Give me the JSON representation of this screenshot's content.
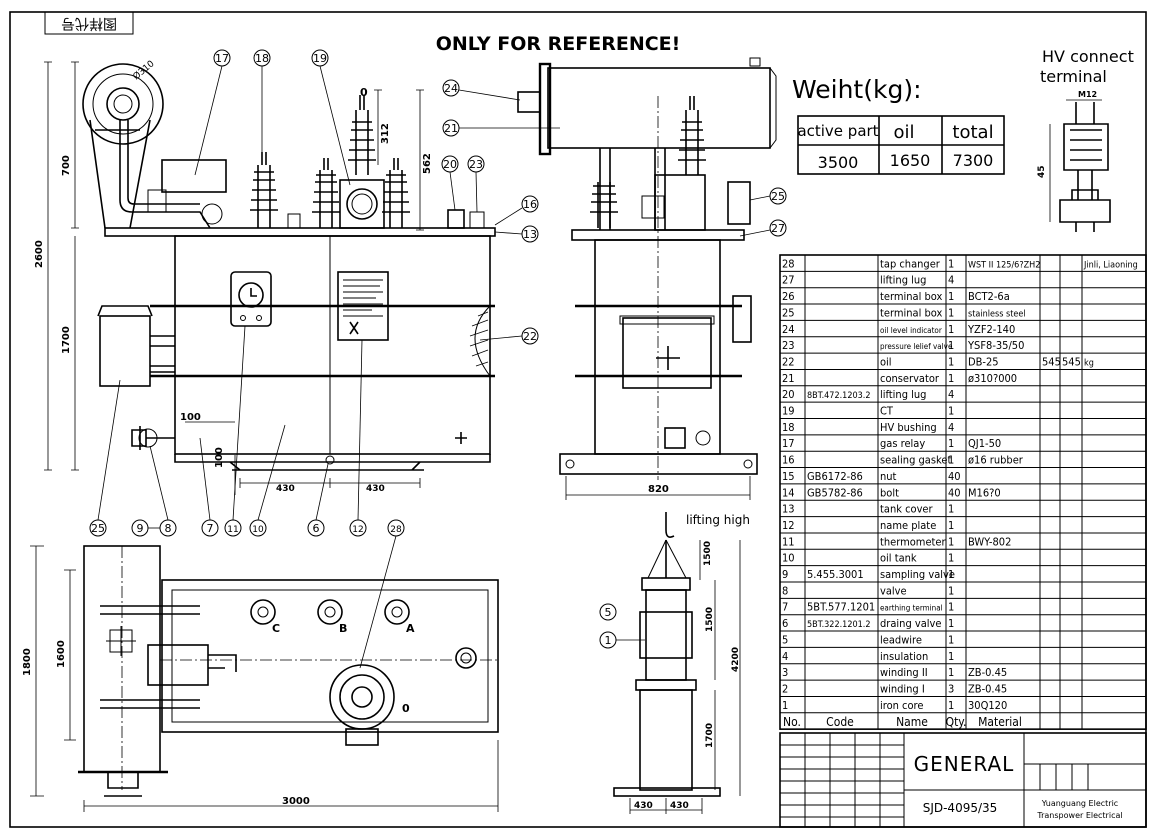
{
  "header": {
    "stamp": "图样代号",
    "reference_note": "ONLY FOR REFERENCE!"
  },
  "weight": {
    "title": "Weiht(kg):",
    "headers": [
      "active part",
      "oil",
      "total"
    ],
    "values": [
      "3500",
      "1650",
      "7300"
    ]
  },
  "hv_terminal": {
    "title_line1": "HV connect",
    "title_line2": "terminal",
    "thread": "M12",
    "height": "45"
  },
  "dimensions": {
    "front": [
      "2600",
      "700",
      "1700",
      "312",
      "562",
      "100",
      "100",
      "430",
      "430",
      "Ø310",
      "0"
    ],
    "side": [
      "820"
    ],
    "plan": [
      "1800",
      "1600",
      "3000",
      "C",
      "B",
      "A",
      "0"
    ],
    "lifting": [
      "lifting high",
      "1500",
      "1500",
      "4200",
      "1700",
      "430",
      "430"
    ]
  },
  "callouts": {
    "front_top": [
      "17",
      "18",
      "19",
      "20",
      "23",
      "16",
      "13",
      "22",
      "24",
      "21",
      "25",
      "27"
    ],
    "front_bottom": [
      "25",
      "9",
      "8",
      "7",
      "11",
      "10",
      "6",
      "12",
      "28"
    ],
    "lifting": [
      "5",
      "1"
    ]
  },
  "bom": {
    "rows": [
      [
        "28",
        "",
        "tap changer",
        "1",
        "WST II 125/6?ZH2",
        "",
        "",
        "Jinli, Liaoning"
      ],
      [
        "27",
        "",
        "lifting lug",
        "4",
        "",
        "",
        "",
        ""
      ],
      [
        "26",
        "",
        "terminal box",
        "1",
        "BCT2-6a",
        "",
        "",
        ""
      ],
      [
        "25",
        "",
        "terminal box",
        "1",
        "stainless steel",
        "",
        "",
        ""
      ],
      [
        "24",
        "",
        "oil level indicator",
        "1",
        "YZF2-140",
        "",
        "",
        ""
      ],
      [
        "23",
        "",
        "pressure lelief valve",
        "1",
        "YSF8-35/50",
        "",
        "",
        ""
      ],
      [
        "22",
        "",
        "oil",
        "1",
        "DB-25",
        "545",
        "545",
        "kg"
      ],
      [
        "21",
        "",
        "conservator",
        "1",
        "ø310?000",
        "",
        "",
        ""
      ],
      [
        "20",
        "8BT.472.1203.2",
        "lifting lug",
        "4",
        "",
        "",
        "",
        ""
      ],
      [
        "19",
        "",
        "CT",
        "1",
        "",
        "",
        "",
        ""
      ],
      [
        "18",
        "",
        "HV bushing",
        "4",
        "",
        "",
        "",
        ""
      ],
      [
        "17",
        "",
        "gas relay",
        "1",
        "QJ1-50",
        "",
        "",
        ""
      ],
      [
        "16",
        "",
        "sealing gasket",
        "1",
        "ø16 rubber",
        "",
        "",
        ""
      ],
      [
        "15",
        "GB6172-86",
        "nut",
        "40",
        "",
        "",
        "",
        ""
      ],
      [
        "14",
        "GB5782-86",
        "bolt",
        "40",
        "M16?0",
        "",
        "",
        ""
      ],
      [
        "13",
        "",
        "tank cover",
        "1",
        "",
        "",
        "",
        ""
      ],
      [
        "12",
        "",
        "name plate",
        "1",
        "",
        "",
        "",
        ""
      ],
      [
        "11",
        "",
        "thermometer",
        "1",
        "BWY-802",
        "",
        "",
        ""
      ],
      [
        "10",
        "",
        "oil tank",
        "1",
        "",
        "",
        "",
        ""
      ],
      [
        "9",
        "5.455.3001",
        "sampling valve",
        "1",
        "",
        "",
        "",
        ""
      ],
      [
        "8",
        "",
        "valve",
        "1",
        "",
        "",
        "",
        ""
      ],
      [
        "7",
        "5BT.577.1201",
        "earthing terminal",
        "1",
        "",
        "",
        "",
        ""
      ],
      [
        "6",
        "5BT.322.1201.2",
        "draing valve",
        "1",
        "",
        "",
        "",
        ""
      ],
      [
        "5",
        "",
        "leadwire",
        "1",
        "",
        "",
        "",
        ""
      ],
      [
        "4",
        "",
        "insulation",
        "1",
        "",
        "",
        "",
        ""
      ],
      [
        "3",
        "",
        "winding II",
        "1",
        "ZB-0.45",
        "",
        "",
        ""
      ],
      [
        "2",
        "",
        "winding I",
        "3",
        "ZB-0.45",
        "",
        "",
        ""
      ],
      [
        "1",
        "",
        "iron core",
        "1",
        "30Q120",
        "",
        "",
        ""
      ]
    ],
    "headers": [
      "No.",
      "Code",
      "Name",
      "Qty.",
      "Material"
    ]
  },
  "title_block": {
    "general": "GENERAL",
    "drawing_no": "SJD-4095/35",
    "company_line1": "Yuanguang Electric",
    "company_line2": "Transpower Electrical"
  }
}
